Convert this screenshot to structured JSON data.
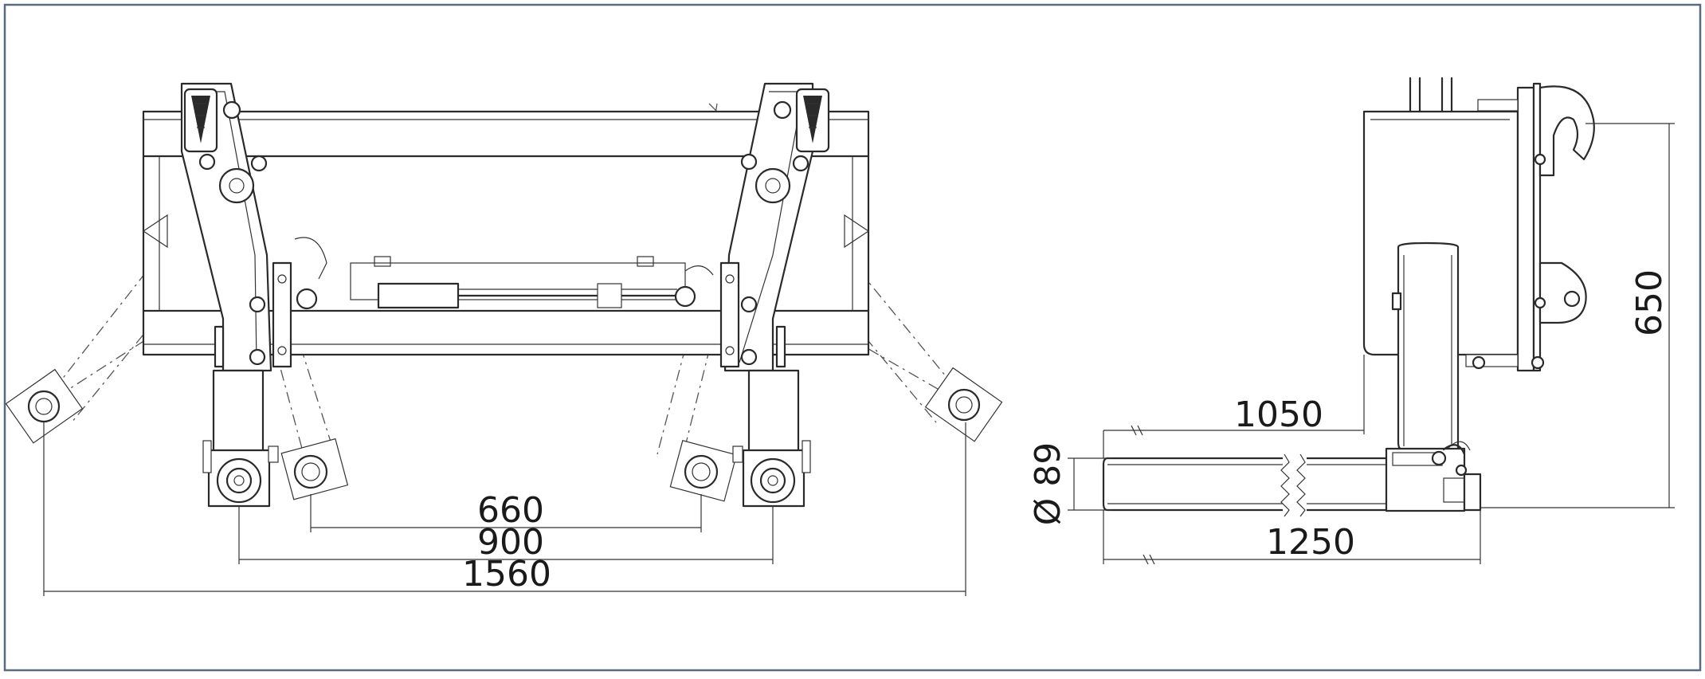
{
  "front_view": {
    "dim_inner": "660",
    "dim_middle": "900",
    "dim_outer": "1560"
  },
  "side_view": {
    "dim_height": "650",
    "dim_shaft_diameter": "Ø 89",
    "dim_reach_short": "1050",
    "dim_reach_long": "1250"
  },
  "colors": {
    "frame_border": "#5a6b7f",
    "line": "#2a2a2a"
  }
}
